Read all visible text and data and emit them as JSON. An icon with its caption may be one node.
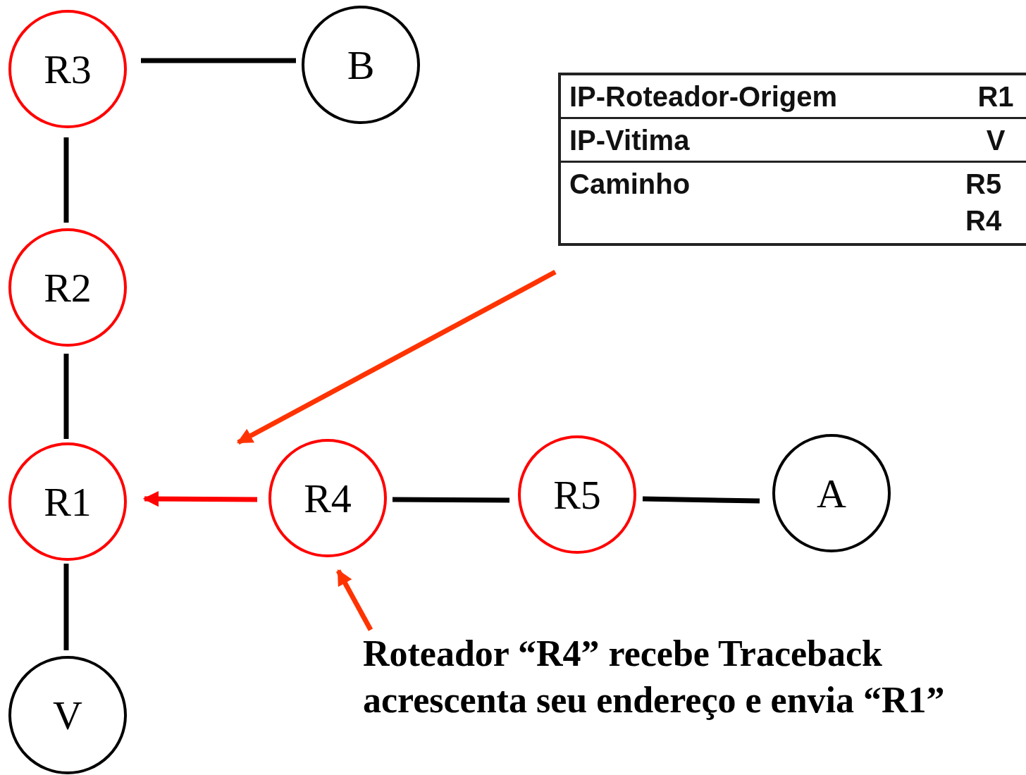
{
  "diagram": {
    "nodes": [
      {
        "text": [
          "R3"
        ]
      },
      {
        "text": [
          "B"
        ]
      },
      {
        "text": [
          "IP-Roteador-Origem",
          "R1",
          "IP-Vitima",
          "V",
          "Caminho",
          "R5 R4"
        ]
      },
      {
        "text": [
          "R2"
        ]
      },
      {
        "text": [
          "R1"
        ]
      },
      {
        "text": [
          "R4"
        ]
      },
      {
        "text": [
          "R5"
        ]
      },
      {
        "text": [
          "A"
        ]
      },
      {
        "text": [
          "V"
        ]
      },
      {
        "text": [
          "Roteador “R4” recebe Traceback acrescenta seu endereço e envia “R1”"
        ]
      }
    ],
    "edges": [
      {
        "from": 0,
        "to": 1,
        "arrow": "none"
      },
      {
        "from": 0,
        "to": 3,
        "arrow": "none"
      },
      {
        "from": 3,
        "to": 4,
        "arrow": "none"
      },
      {
        "from": 2,
        "to": 5,
        "arrow": "to",
        "color": "#ff3300"
      },
      {
        "from": 5,
        "to": 4,
        "arrow": "to",
        "color": "#ff0000"
      },
      {
        "from": 5,
        "to": 6,
        "arrow": "none"
      },
      {
        "from": 6,
        "to": 7,
        "arrow": "none"
      },
      {
        "from": 4,
        "to": 8,
        "arrow": "none"
      },
      {
        "from": 9,
        "to": 5,
        "arrow": "to",
        "color": "#ff3300"
      }
    ]
  }
}
